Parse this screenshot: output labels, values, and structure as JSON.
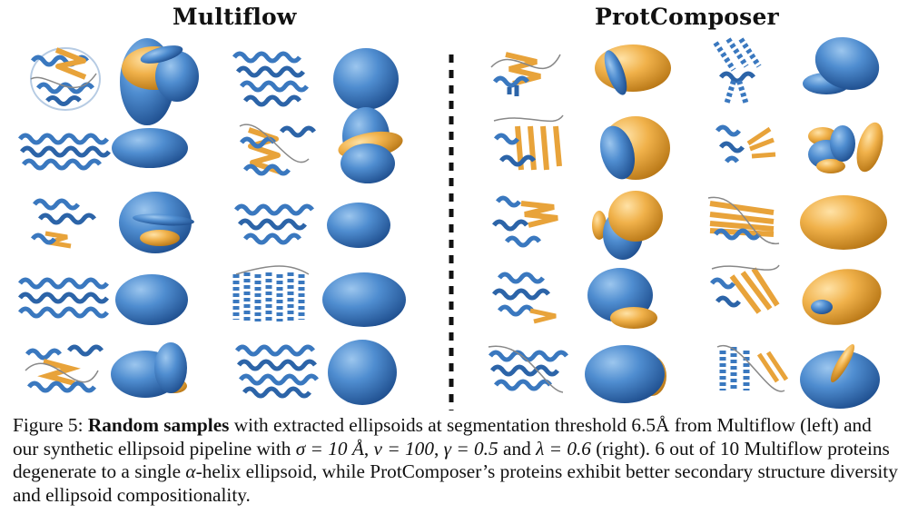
{
  "figure": {
    "left_title": "Multiflow",
    "right_title": "ProtComposer",
    "colors": {
      "helix": "#3a78bf",
      "sheet": "#e8a33a",
      "background": "#ffffff",
      "divider": "#111111"
    }
  },
  "caption": {
    "label": "Figure 5:",
    "bold": "Random samples",
    "t1": "with extracted ellipsoids at segmentation threshold 6.5Å from Multiflow (left) and our synthetic ellipsoid pipeline with",
    "sigma": "σ = 10 Å",
    "sep1": ",",
    "nu": "ν = 100",
    "sep2": ",",
    "gamma": "γ = 0.5",
    "and": "and",
    "lambda": "λ = 0.6",
    "t2": "(right). 6 out of 10 Multiflow proteins degenerate to a single",
    "alpha": "α",
    "t3": "-helix ellipsoid, while ProtComposer’s proteins exhibit better secondary structure diversity and ellipsoid compositionality."
  }
}
